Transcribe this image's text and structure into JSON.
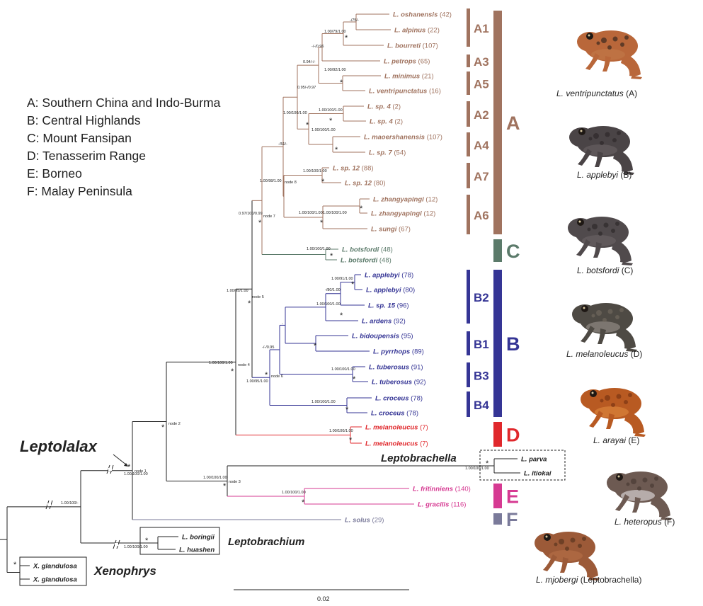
{
  "legend": [
    "A: Southern China and Indo-Burma",
    "B: Central Highlands",
    "C: Mount Fansipan",
    "D: Tenasserim Range",
    "E: Borneo",
    "F: Malay Peninsula"
  ],
  "colors": {
    "A": "#a0735f",
    "C": "#5b7a6a",
    "B": "#353595",
    "D": "#e0282c",
    "E": "#d63a92",
    "F": "#7a7a9a",
    "black": "#222222"
  },
  "genus_labels": {
    "leptolalax": "Leptolalax",
    "leptobrachella": "Leptobrachella",
    "leptobrachium": "Leptobrachium",
    "xenophrys": "Xenophrys"
  },
  "scale_bar": "0.02",
  "tips": [
    {
      "name": "L. oshanensis",
      "count": "(42)",
      "clade": "A"
    },
    {
      "name": "L. alpinus",
      "count": "(22)",
      "clade": "A"
    },
    {
      "name": "L. bourreti",
      "count": "(107)",
      "clade": "A"
    },
    {
      "name": "L. petrops",
      "count": "(65)",
      "clade": "A"
    },
    {
      "name": "L. minimus",
      "count": "(21)",
      "clade": "A"
    },
    {
      "name": "L. ventripunctatus",
      "count": "(16)",
      "clade": "A"
    },
    {
      "name": "L. sp. 4",
      "count": "(2)",
      "clade": "A"
    },
    {
      "name": "L. sp. 4",
      "count": "(2)",
      "clade": "A"
    },
    {
      "name": "L. maoershanensis",
      "count": "(107)",
      "clade": "A"
    },
    {
      "name": "L. sp. 7",
      "count": "(54)",
      "clade": "A"
    },
    {
      "name": "L. sp. 12",
      "count": "(88)",
      "clade": "A"
    },
    {
      "name": "L. sp. 12",
      "count": "(80)",
      "clade": "A"
    },
    {
      "name": "L. zhangyapingi",
      "count": "(12)",
      "clade": "A"
    },
    {
      "name": "L. zhangyapingi",
      "count": "(12)",
      "clade": "A"
    },
    {
      "name": "L. sungi",
      "count": "(67)",
      "clade": "A"
    },
    {
      "name": "L. botsfordi",
      "count": "(48)",
      "clade": "C"
    },
    {
      "name": "L. botsfordi",
      "count": "(48)",
      "clade": "C"
    },
    {
      "name": "L. applebyi",
      "count": "(78)",
      "clade": "B"
    },
    {
      "name": "L. applebyi",
      "count": "(80)",
      "clade": "B"
    },
    {
      "name": "L. sp. 15",
      "count": "(96)",
      "clade": "B"
    },
    {
      "name": "L. ardens",
      "count": "(92)",
      "clade": "B"
    },
    {
      "name": "L. bidoupensis",
      "count": "(95)",
      "clade": "B"
    },
    {
      "name": "L. pyrrhops",
      "count": "(89)",
      "clade": "B"
    },
    {
      "name": "L. tuberosus",
      "count": "(91)",
      "clade": "B"
    },
    {
      "name": "L. tuberosus",
      "count": "(92)",
      "clade": "B"
    },
    {
      "name": "L. croceus",
      "count": "(78)",
      "clade": "B"
    },
    {
      "name": "L. croceus",
      "count": "(78)",
      "clade": "B"
    },
    {
      "name": "L. melanoleucus",
      "count": "(7)",
      "clade": "D"
    },
    {
      "name": "L. melanoleucus",
      "count": "(7)",
      "clade": "D"
    },
    {
      "name": "L. parva",
      "count": "",
      "clade": "black"
    },
    {
      "name": "L. itiokai",
      "count": "",
      "clade": "black"
    },
    {
      "name": "L. fritinniens",
      "count": "(140)",
      "clade": "E"
    },
    {
      "name": "L. gracilis",
      "count": "(116)",
      "clade": "E"
    },
    {
      "name": "L. solus",
      "count": "(29)",
      "clade": "F"
    },
    {
      "name": "L. boringii",
      "count": "",
      "clade": "black"
    },
    {
      "name": "L. huashen",
      "count": "",
      "clade": "black"
    },
    {
      "name": "X. glandulosa",
      "count": "",
      "clade": "black"
    },
    {
      "name": "X. glandulosa",
      "count": "",
      "clade": "black"
    }
  ],
  "subclades": [
    "A1",
    "A3",
    "A5",
    "A2",
    "A4",
    "A7",
    "A6",
    "B2",
    "B1",
    "B3",
    "B4"
  ],
  "clades": [
    "A",
    "C",
    "B",
    "D",
    "E",
    "F"
  ],
  "node_labels": [
    "node 1",
    "node 2",
    "node 3",
    "node 4",
    "node 5",
    "node 6",
    "node 7",
    "node 8"
  ],
  "support_values": [
    "-/75/-",
    "1.00/79/1.00",
    "-/-/0.96",
    "0.94/-/-",
    "1.00/92/1.00",
    "0.95/-/0.97",
    "1.00/100/1.00",
    "1.00/100/1.00",
    "1.00/100/1.00",
    "-/51/-",
    "1.00/100/1.00",
    "1.00/100/1.00",
    "1.00/100/1.00",
    "1.00/98/1.00",
    "0.97/100/0.99",
    "1.00/100/1.00",
    "1.00/91/1.00",
    "-/80/1.00",
    "1.00/100/1.00",
    "-",
    "-/-/0.95",
    "1.00/95/1.00",
    "1.00/100/1.00",
    "1.00/100/1.00",
    "1.00/100/1.00",
    "1.00/95/1.00",
    "1.00/100/1.00",
    "1.00/100/1.00",
    "1.00/100/1.00",
    "1.00/100/1.00",
    "1.00/100/1.00",
    "1.00/100/-",
    "1.00/100/1.00"
  ],
  "photo_captions": [
    {
      "name": "L. ventripunctatus",
      "suffix": "(A)"
    },
    {
      "name": "L. applebyi",
      "suffix": "(B)"
    },
    {
      "name": "L. botsfordi",
      "suffix": "(C)"
    },
    {
      "name": "L. melanoleucus",
      "suffix": "(D)"
    },
    {
      "name": "L. arayai",
      "suffix": "(E)"
    },
    {
      "name": "L. heteropus",
      "suffix": "(F)"
    },
    {
      "name": "L. mjobergi",
      "suffix": "(Leptobrachella)"
    }
  ]
}
